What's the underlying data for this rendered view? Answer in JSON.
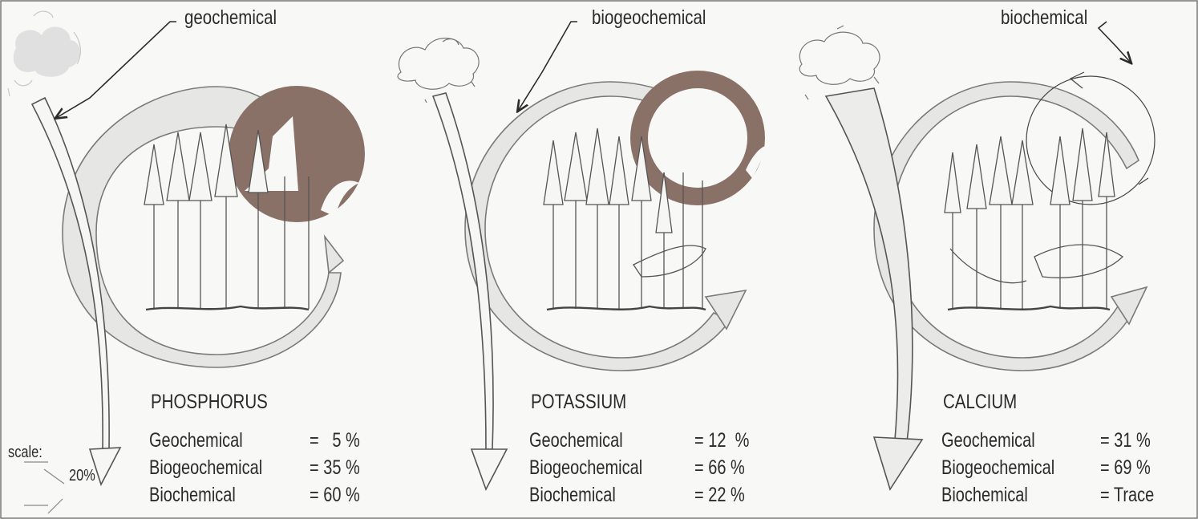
{
  "panels": [
    {
      "cycle_label": "geochemical",
      "element": "PHOSPHORUS",
      "rows": [
        {
          "label": "Geochemical",
          "value": "=   5 %"
        },
        {
          "label": "Biogeochemical",
          "value": "= 35 %"
        },
        {
          "label": "Biochemical",
          "value": "= 60 %"
        }
      ],
      "shares": {
        "geochemical": 5,
        "biogeochemical": 35,
        "biochemical": 60
      }
    },
    {
      "cycle_label": "biogeochemical",
      "element": "POTASSIUM",
      "rows": [
        {
          "label": "Geochemical",
          "value": "= 12  %"
        },
        {
          "label": "Biogeochemical",
          "value": "= 66 %"
        },
        {
          "label": "Biochemical",
          "value": "= 22 %"
        }
      ],
      "shares": {
        "geochemical": 12,
        "biogeochemical": 66,
        "biochemical": 22
      }
    },
    {
      "cycle_label": "biochemical",
      "element": "CALCIUM",
      "rows": [
        {
          "label": "Geochemical",
          "value": "= 31 %"
        },
        {
          "label": "Biogeochemical",
          "value": "= 69 %"
        },
        {
          "label": "Biochemical",
          "value": "= Trace"
        }
      ],
      "shares": {
        "geochemical": 31,
        "biogeochemical": 69,
        "biochemical": "Trace"
      }
    }
  ],
  "scale": {
    "label": "scale:",
    "value": "20%"
  },
  "colors": {
    "ink": "#2b2b2b",
    "brown_fill": "#8a7168",
    "circle_fill": "#e6e6e5",
    "background": "#f8f8f7"
  }
}
